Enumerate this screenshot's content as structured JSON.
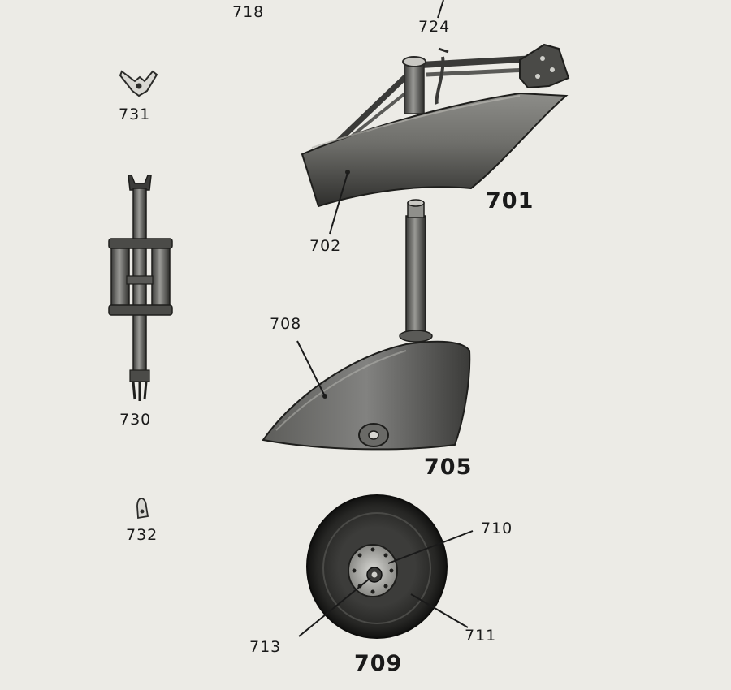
{
  "labels": {
    "p718": "718",
    "p724": "724",
    "p731": "731",
    "p701": "701",
    "p702": "702",
    "p730": "730",
    "p708": "708",
    "p705": "705",
    "p732": "732",
    "p710": "710",
    "p713": "713",
    "p711": "711",
    "p709": "709"
  }
}
